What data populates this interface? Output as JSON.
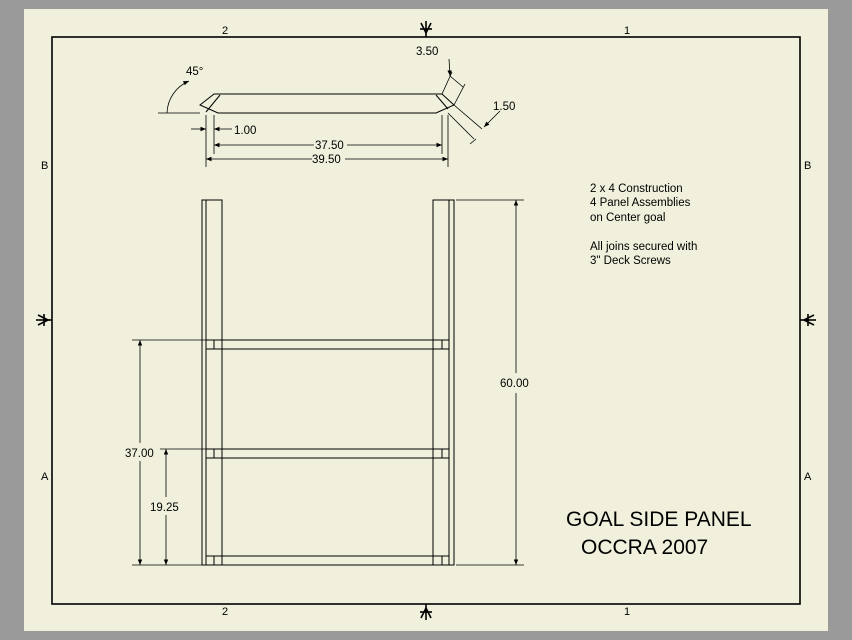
{
  "zones": {
    "top_left": "2",
    "top_right": "1",
    "bottom_left": "2",
    "bottom_right": "1",
    "left_upper": "B",
    "left_lower": "A",
    "right_upper": "B",
    "right_lower": "A"
  },
  "dimensions": {
    "angle": "45°",
    "end_width": "3.50",
    "thickness": "1.50",
    "offset": "1.00",
    "inner_length": "37.50",
    "overall_length": "39.50",
    "height": "60.00",
    "rail_upper": "37.00",
    "rail_lower": "19.25"
  },
  "notes": {
    "construction": [
      "2 x 4 Construction",
      "4 Panel Assemblies",
      "on Center goal"
    ],
    "fastening": [
      "All joins secured with",
      "3\" Deck Screws"
    ]
  },
  "title": {
    "line1": "GOAL SIDE PANEL",
    "line2": "OCCRA 2007"
  }
}
